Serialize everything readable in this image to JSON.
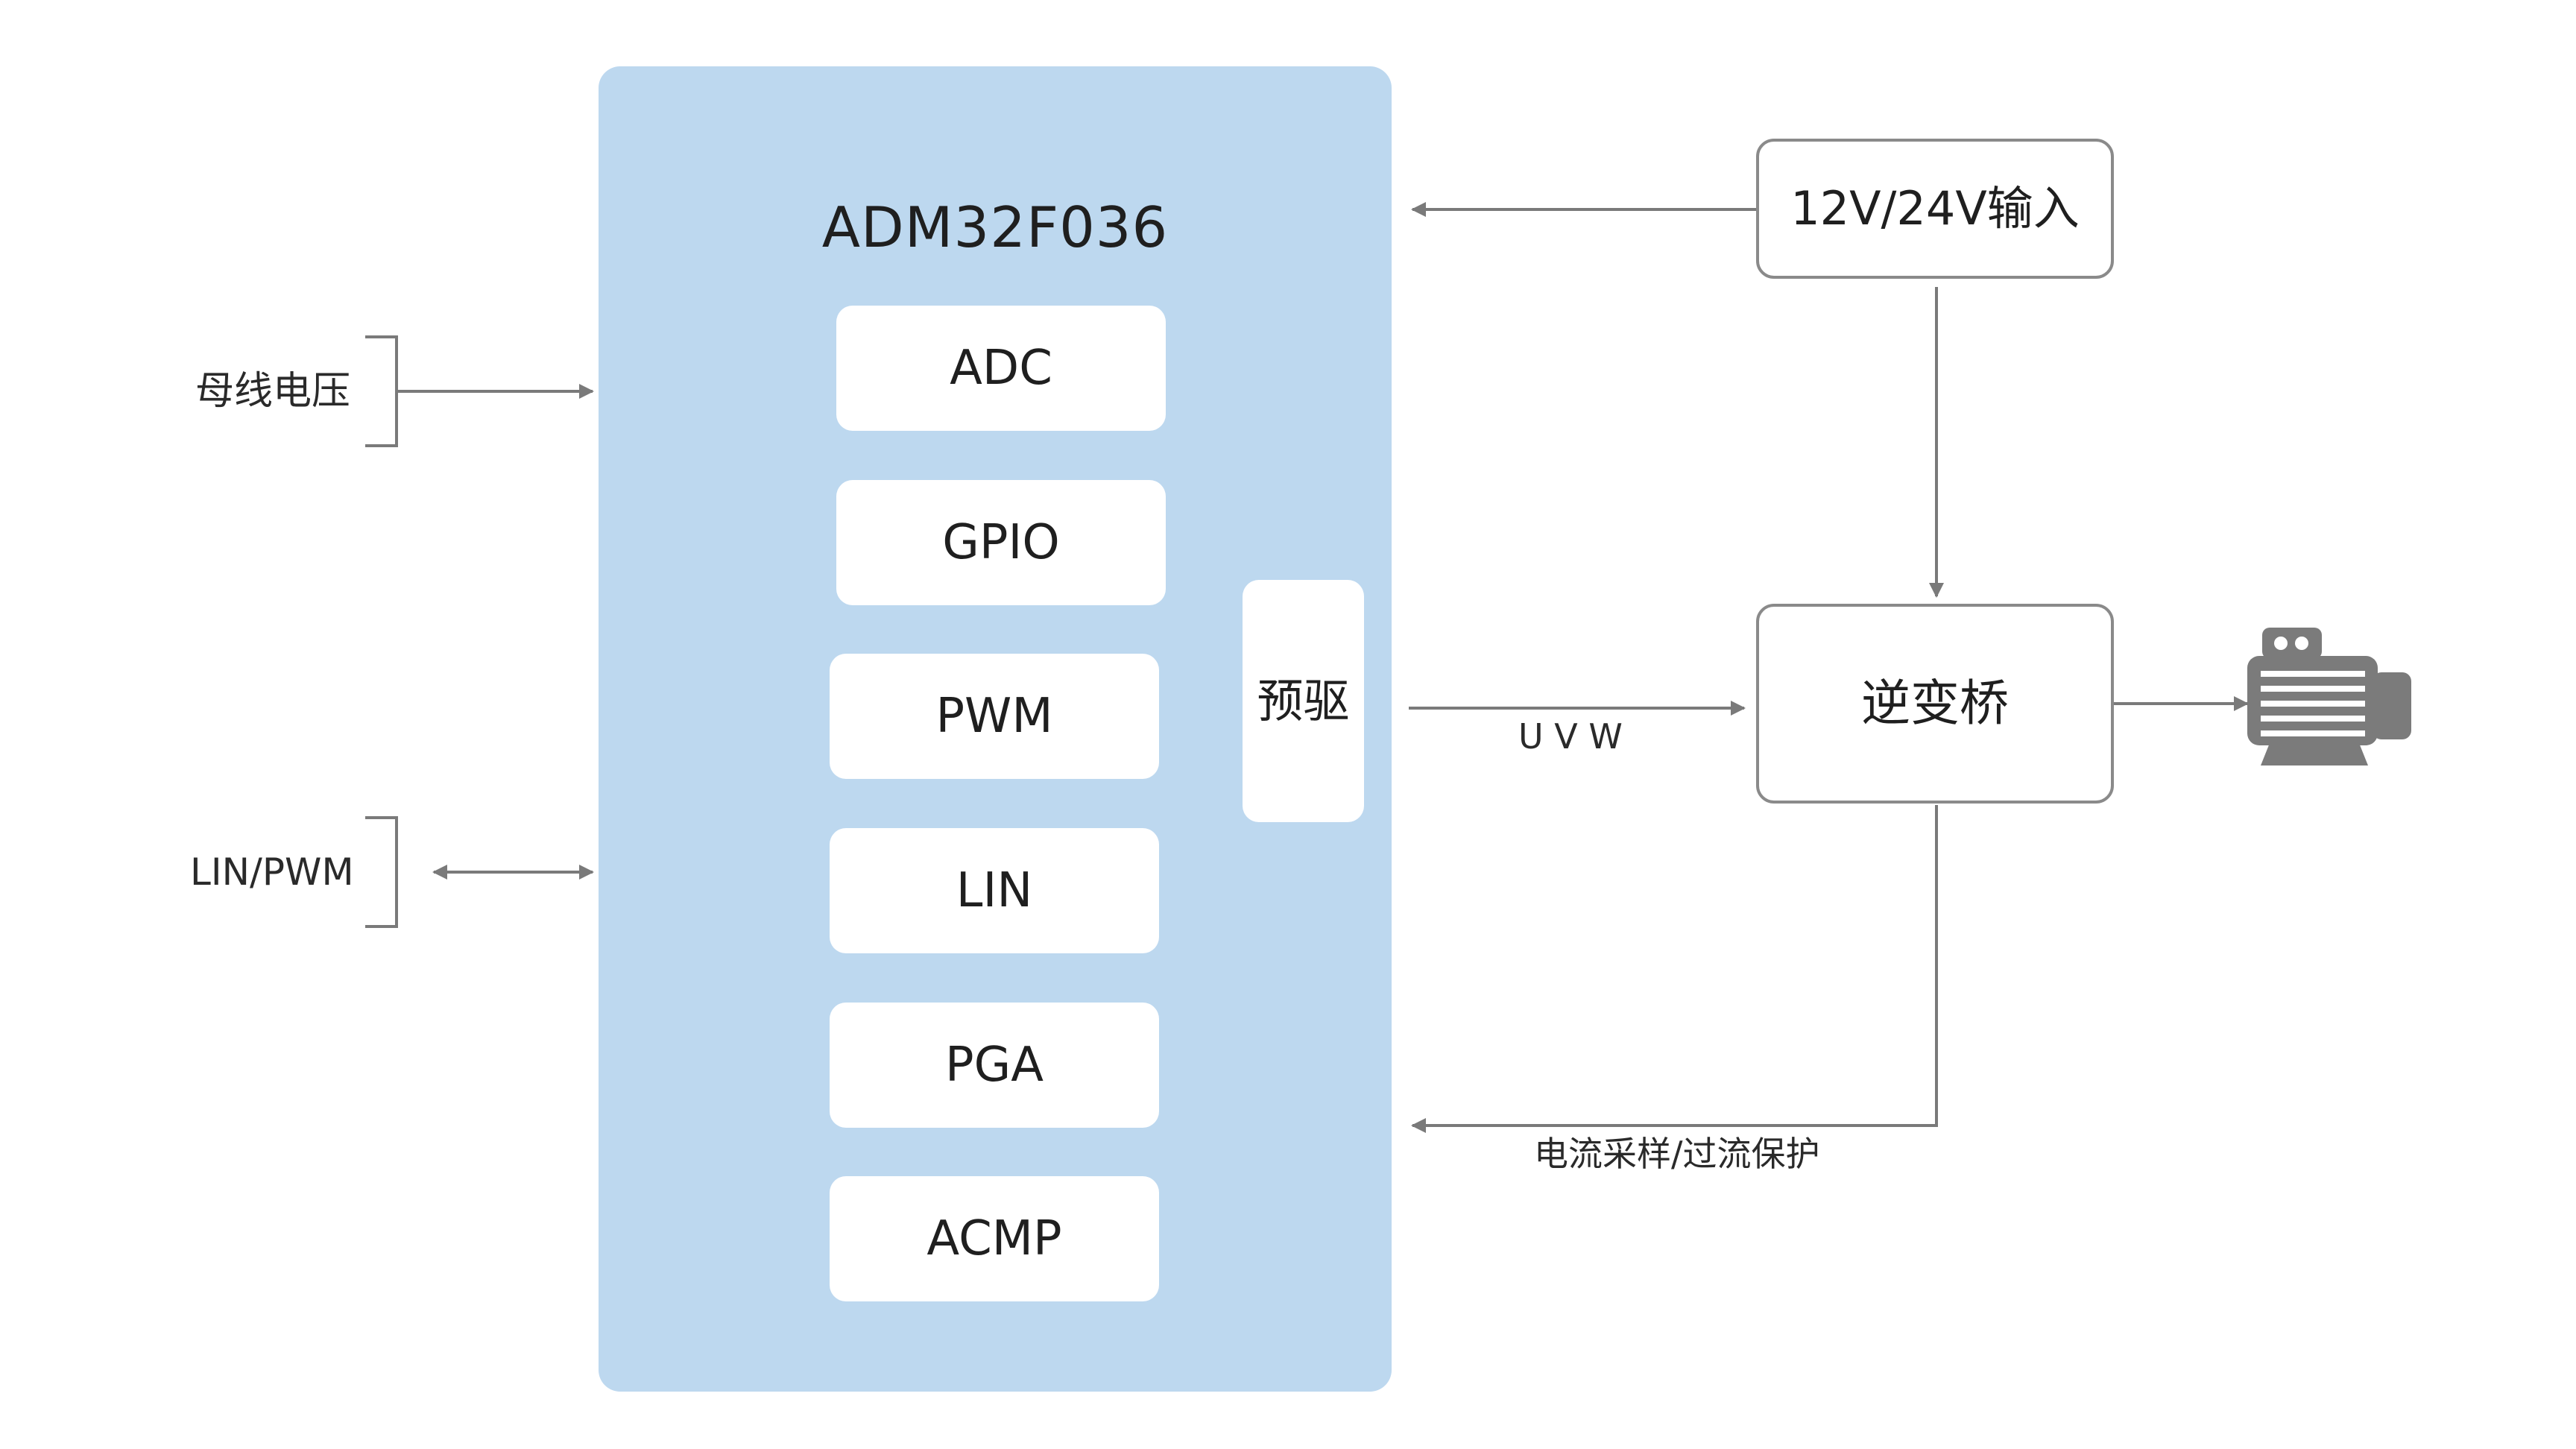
{
  "chip": {
    "title": "ADM32F036",
    "modules": [
      {
        "label": "ADC"
      },
      {
        "label": "GPIO"
      },
      {
        "label": "PWM"
      },
      {
        "label": "LIN"
      },
      {
        "label": "PGA"
      },
      {
        "label": "ACMP"
      }
    ],
    "predriver_label": "预驱"
  },
  "inputs": {
    "bus_voltage": "母线电压",
    "lin_pwm": "LIN/PWM"
  },
  "power": {
    "label": "12V/24V输入"
  },
  "inverter": {
    "label": "逆变桥"
  },
  "signals": {
    "uvw": "U V W",
    "current": "电流采样/过流保护"
  },
  "icons": {
    "motor": "motor-icon"
  },
  "colors": {
    "chip_fill": "#bdd8ef",
    "module_fill": "#ffffff",
    "line": "#7a7a7a",
    "box_border": "#8a8a8a",
    "motor": "#7b7b7b"
  }
}
